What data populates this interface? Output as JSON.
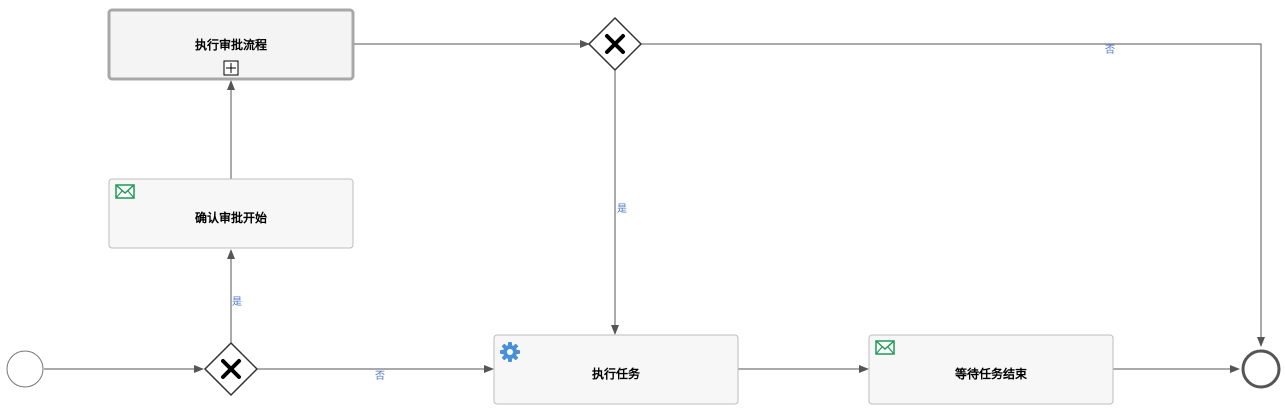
{
  "diagram": {
    "tasks": {
      "approval_process": "执行审批流程",
      "confirm_start": "确认审批开始",
      "execute_task": "执行任务",
      "wait_end": "等待任务结束"
    },
    "flow_labels": {
      "top_no": "否",
      "top_yes": "是",
      "bottom_yes": "是",
      "bottom_no": "否"
    },
    "icons": {
      "message": "envelope-icon",
      "service": "gear-icon",
      "subprocess": "expand-plus-icon",
      "gateway": "exclusive-gateway-x"
    },
    "colors": {
      "task_fill": "#f7f7f7",
      "task_stroke": "#bdbdbd",
      "subprocess_stroke": "#a8a8a8",
      "message_icon": "#1f9a55",
      "service_icon": "#4a90d9",
      "flow_label": "#4a76c8",
      "flow_line": "#555555"
    }
  }
}
